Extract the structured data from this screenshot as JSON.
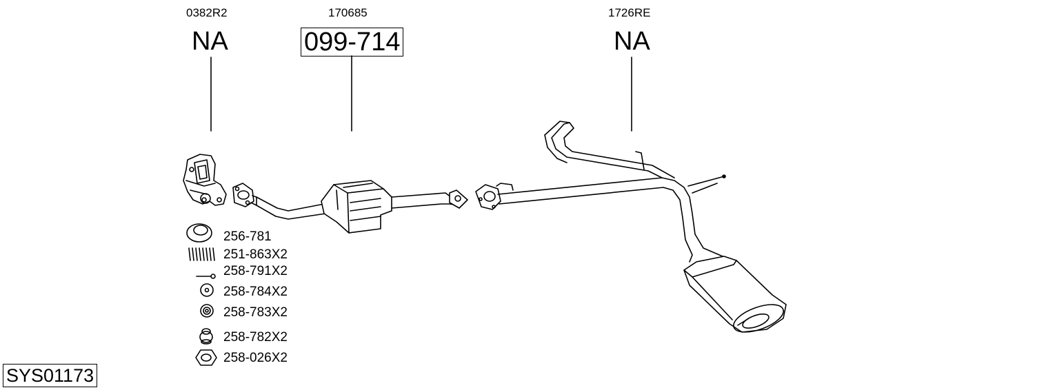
{
  "columns": [
    {
      "ref": "0382R2",
      "part": "NA"
    },
    {
      "ref": "170685",
      "part": "099-714"
    },
    {
      "ref": "1726RE",
      "part": "NA"
    }
  ],
  "accessories": [
    {
      "icon": "gasket-ring-icon",
      "code": "256-781"
    },
    {
      "icon": "spring-icon",
      "code": "251-863X2"
    },
    {
      "icon": "bolt-icon",
      "code": "258-791X2"
    },
    {
      "icon": "washer-icon",
      "code": "258-784X2"
    },
    {
      "icon": "nut-icon",
      "code": "258-783X2"
    },
    {
      "icon": "rubber-mount-icon",
      "code": "258-782X2"
    },
    {
      "icon": "hex-nut-icon",
      "code": "258-026X2"
    }
  ],
  "system_code": "SYS01173"
}
